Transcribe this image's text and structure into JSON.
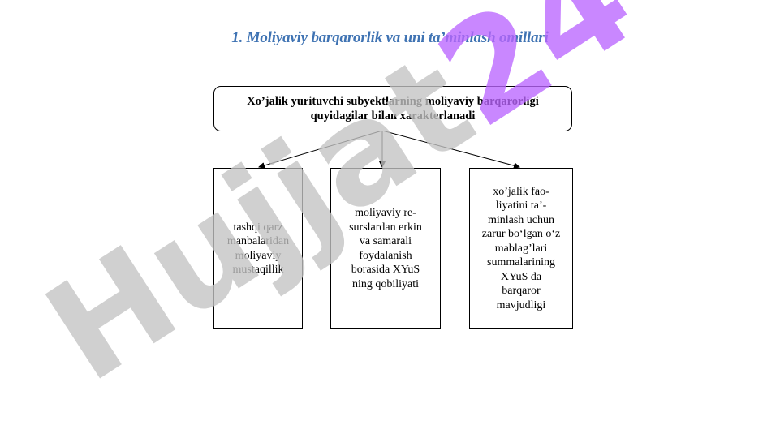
{
  "title": "1. Moliyaviy barqarorlik va uni ta’minlash omillari",
  "diagram": {
    "root": {
      "label": "Xo’jalik yurituvchi subyektlarning moliyaviy barqarorligi\nquyidagilar bilan xarakterlanadi"
    },
    "children": [
      {
        "label": "tashqi qarz\nmanbalaridan\nmoliyaviy\nmustaqillik"
      },
      {
        "label": "moliyaviy re-\nsurslardan erkin\nva samarali\nfoydalanish\nborasida XYuS\nning qobiliyati"
      },
      {
        "label": "xo’jalik fao-\nliyatini ta’-\nminlash uchun\nzarur bo‘lgan o‘z\nmablag’lari\nsummalarining\nXYuS da\nbarqaror\nmavjudligi"
      }
    ]
  },
  "watermark": {
    "text_gray": "Hujjat",
    "text_purple": "24",
    "colors": {
      "gray": "#c4c4c4",
      "purple": "#bb66ff"
    }
  },
  "colors": {
    "title": "#3f73b3",
    "border": "#000000"
  }
}
